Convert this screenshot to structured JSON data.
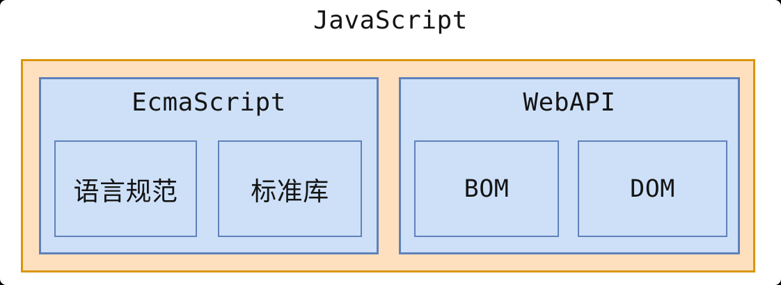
{
  "title": "JavaScript",
  "diagram": {
    "sections": [
      {
        "label": "EcmaScript",
        "items": [
          {
            "label": "语言规范"
          },
          {
            "label": "标准库"
          }
        ]
      },
      {
        "label": "WebAPI",
        "items": [
          {
            "label": "BOM"
          },
          {
            "label": "DOM"
          }
        ]
      }
    ]
  },
  "colors": {
    "page_background": "#FFFFFF",
    "outer_box_fill": "#FFE0BE",
    "outer_box_stroke": "#D9960D",
    "inner_box_fill": "#CDE0F8",
    "inner_box_stroke": "#5F81BB",
    "text": "#141414"
  }
}
